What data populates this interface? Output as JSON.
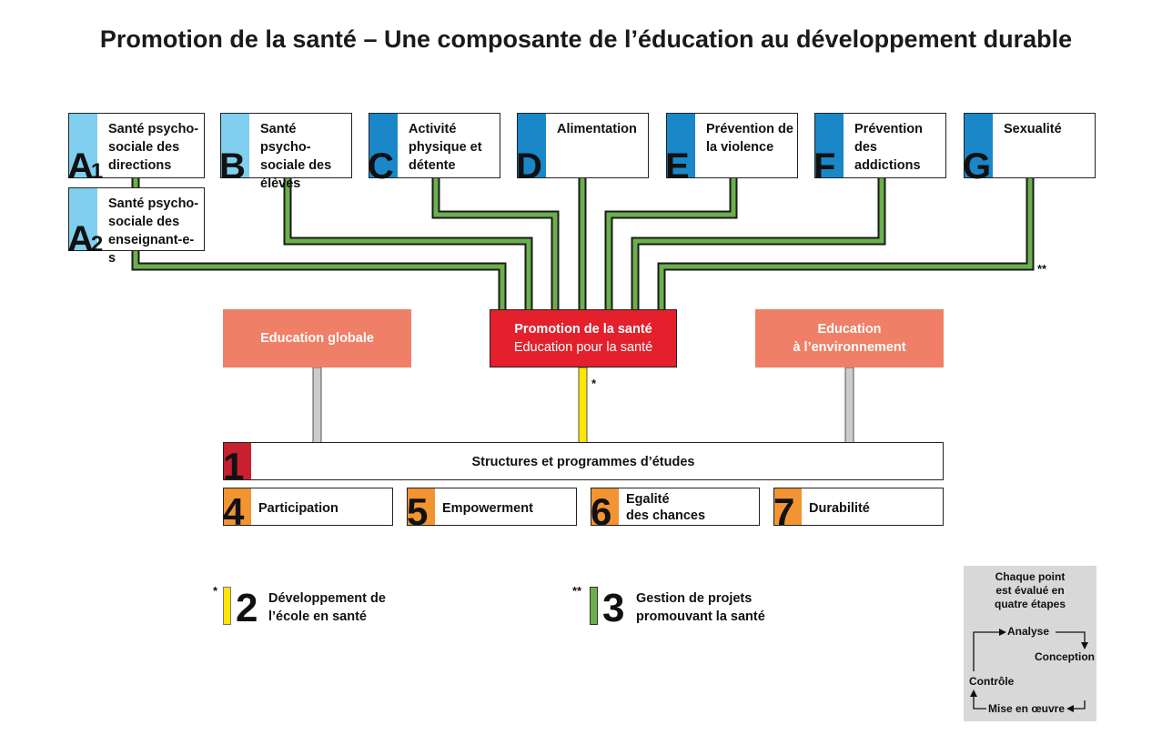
{
  "title": "Promotion de la santé – Une composante de l’éducation au développement durable",
  "topics": [
    {
      "letter": "A",
      "sub": "1",
      "label": "Santé psycho-sociale des directions"
    },
    {
      "letter": "A",
      "sub": "2",
      "label": "Santé psycho-sociale des enseignant-e-s"
    },
    {
      "letter": "B",
      "sub": "",
      "label": "Santé psycho-sociale des élèves"
    },
    {
      "letter": "C",
      "sub": "",
      "label": "Activité physique et détente"
    },
    {
      "letter": "D",
      "sub": "",
      "label": "Alimentation"
    },
    {
      "letter": "E",
      "sub": "",
      "label": "Prévention de la violence"
    },
    {
      "letter": "F",
      "sub": "",
      "label": "Prévention des addictions"
    },
    {
      "letter": "G",
      "sub": "",
      "label": "Sexualité"
    }
  ],
  "center": {
    "title": "Promotion de la santé",
    "subtitle": "Education pour la santé"
  },
  "left_box": "Education globale",
  "right_box_line1": "Education",
  "right_box_line2": "à l’environnement",
  "structures": {
    "number": "1",
    "label": "Structures et programmes d’études"
  },
  "principles": [
    {
      "number": "4",
      "label": "Participation"
    },
    {
      "number": "5",
      "label": "Empowerment"
    },
    {
      "number": "6",
      "label_line1": "Egalité",
      "label_line2": "des chances"
    },
    {
      "number": "7",
      "label": "Durabilité"
    }
  ],
  "markers": {
    "single": "*",
    "double": "**"
  },
  "legend": [
    {
      "mark": "*",
      "number": "2",
      "line1": "Développement de",
      "line2": "l’école en santé"
    },
    {
      "mark": "**",
      "number": "3",
      "line1": "Gestion de projets",
      "line2": "promouvant la santé"
    }
  ],
  "evaluation": {
    "intro_line1": "Chaque point",
    "intro_line2": "est évalué en",
    "intro_line3": "quatre étapes",
    "steps": [
      "Analyse",
      "Conception",
      "Mise en œuvre",
      "Contrôle"
    ]
  },
  "colors": {
    "light_blue": "#80cfee",
    "dark_blue": "#1a87c9",
    "green": "#6ab04c",
    "red": "#e3202b",
    "salmon": "#ef7f66",
    "orange": "#f29432",
    "dark_red": "#c8202f",
    "yellow": "#ffe600",
    "grey": "#cccccc"
  }
}
